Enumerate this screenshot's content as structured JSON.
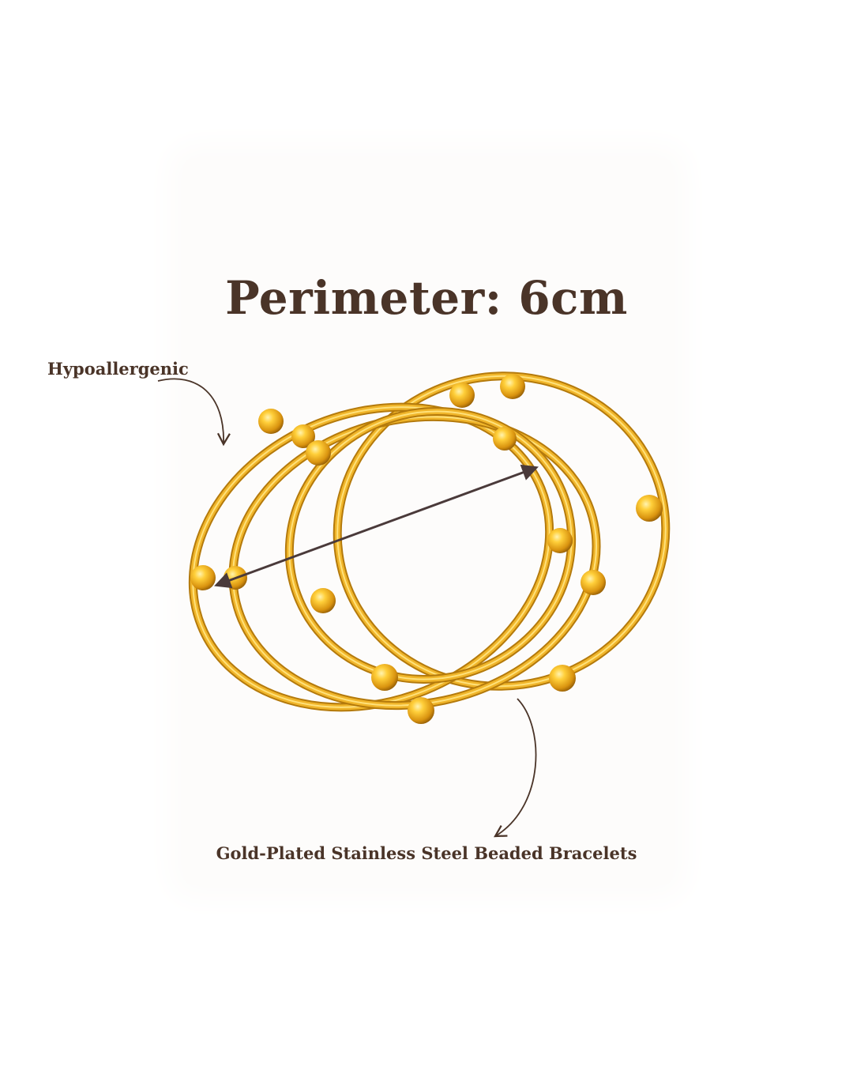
{
  "title": "Perimeter: 6cm",
  "annotations": {
    "hypoallergenic": "Hypoallergenic",
    "caption": "Gold-Plated Stainless Steel Beaded Bracelets"
  },
  "colors": {
    "text": "#4a3428",
    "gold": "#e0a21a",
    "gold_light": "#ffd860",
    "gold_dark": "#b47a0c",
    "arrow": "#4a3a3a"
  }
}
